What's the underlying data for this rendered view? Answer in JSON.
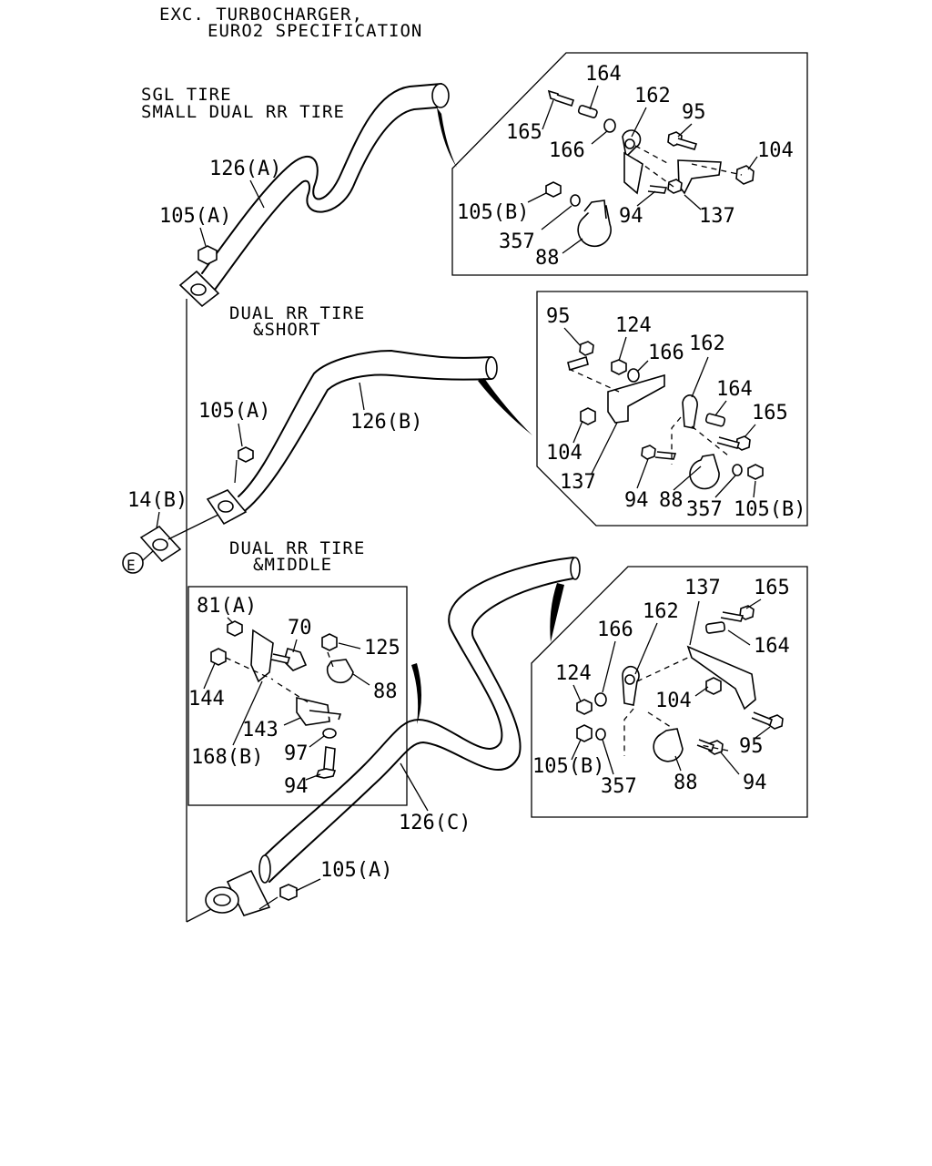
{
  "header": {
    "line1": "EXC. TURBOCHARGER,",
    "line2": "EURO2 SPECIFICATION"
  },
  "variants": {
    "a_line1": "SGL TIRE",
    "a_line2": "SMALL DUAL RR TIRE",
    "b_line1": "DUAL RR TIRE",
    "b_line2": "&SHORT",
    "c_line1": "DUAL RR TIRE",
    "c_line2": "&MIDDLE"
  },
  "main_labels": {
    "pipe_a": "126(A)",
    "pipe_b": "126(B)",
    "pipe_c": "126(C)",
    "nut_a_top": "105(A)",
    "nut_a_mid": "105(A)",
    "nut_a_bot": "105(A)",
    "gasket": "14(B)",
    "ref_circle": "E"
  },
  "box1": [
    "164",
    "162",
    "165",
    "95",
    "166",
    "104",
    "105(B)",
    "94",
    "137",
    "357",
    "88"
  ],
  "box2": [
    "95",
    "124",
    "166",
    "162",
    "164",
    "165",
    "104",
    "137",
    "94",
    "88",
    "357",
    "105(B)"
  ],
  "box3": [
    "81(A)",
    "70",
    "125",
    "144",
    "88",
    "143",
    "168(B)",
    "97",
    "94"
  ],
  "box4": [
    "137",
    "165",
    "164",
    "166",
    "162",
    "124",
    "104",
    "95",
    "105(B)",
    "357",
    "88",
    "94"
  ]
}
